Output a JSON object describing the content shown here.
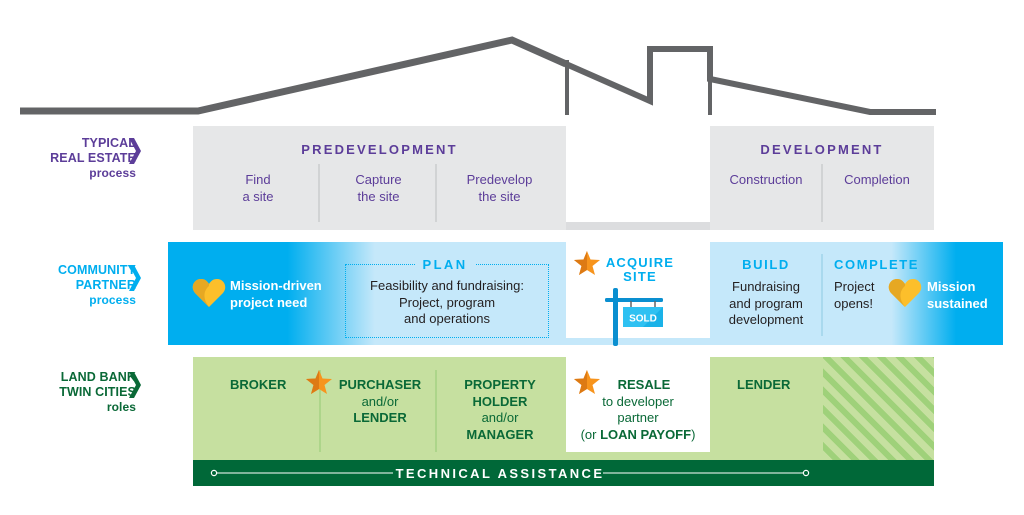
{
  "colors": {
    "purple": "#5c3d99",
    "blue": "#00aeef",
    "green": "#0a6937",
    "dark_green": "#006838",
    "light_green": "#c6e0a0",
    "grey": "#e6e7e8",
    "roof": "#636466",
    "star_orange": "#f7941d",
    "heart_yellow": "#fcbf2b"
  },
  "rows": {
    "typical": {
      "line1": "TYPICAL",
      "line2": "REAL ESTATE",
      "sub": "process"
    },
    "community": {
      "line1": "COMMUNITY",
      "line2": "PARTNER",
      "sub": "process"
    },
    "landbank": {
      "line1": "LAND BANK",
      "line2": "TWIN CITIES",
      "sub": "roles"
    }
  },
  "typical": {
    "predevelopment": {
      "title": "PREDEVELOPMENT",
      "steps": [
        {
          "l1": "Find",
          "l2": "a site"
        },
        {
          "l1": "Capture",
          "l2": "the site"
        },
        {
          "l1": "Predevelop",
          "l2": "the site"
        }
      ]
    },
    "development": {
      "title": "DEVELOPMENT",
      "steps": [
        {
          "l1": "Construction"
        },
        {
          "l1": "Completion"
        }
      ]
    }
  },
  "community": {
    "start": {
      "icon": "heart-icon",
      "l1": "Mission-driven",
      "l2": "project need"
    },
    "plan": {
      "title": "PLAN",
      "l1": "Feasibility and fundraising:",
      "l2": "Project, program",
      "l3": "and operations"
    },
    "acquire": {
      "icon": "star-icon",
      "l1": "ACQUIRE",
      "l2": "SITE",
      "sign": "SOLD"
    },
    "build": {
      "title": "BUILD",
      "l1": "Fundraising",
      "l2": "and program",
      "l3": "development"
    },
    "complete": {
      "title": "COMPLETE",
      "l1": "Project",
      "l2": "opens!"
    },
    "end": {
      "icon": "heart-icon",
      "l1": "Mission",
      "l2": "sustained"
    }
  },
  "landbank": {
    "broker": "BROKER",
    "purchaser": {
      "l1": "PURCHASER",
      "l2": "and/or",
      "l3": "LENDER"
    },
    "holder": {
      "l1": "PROPERTY",
      "l2": "HOLDER",
      "l3": "and/or",
      "l4": "MANAGER"
    },
    "resale": {
      "l1": "RESALE",
      "l2": "to developer",
      "l3": "partner",
      "l4a": "(or ",
      "l4b": "LOAN PAYOFF",
      "l4c": ")"
    },
    "lender": "LENDER",
    "technical_assistance": "TECHNICAL ASSISTANCE"
  }
}
